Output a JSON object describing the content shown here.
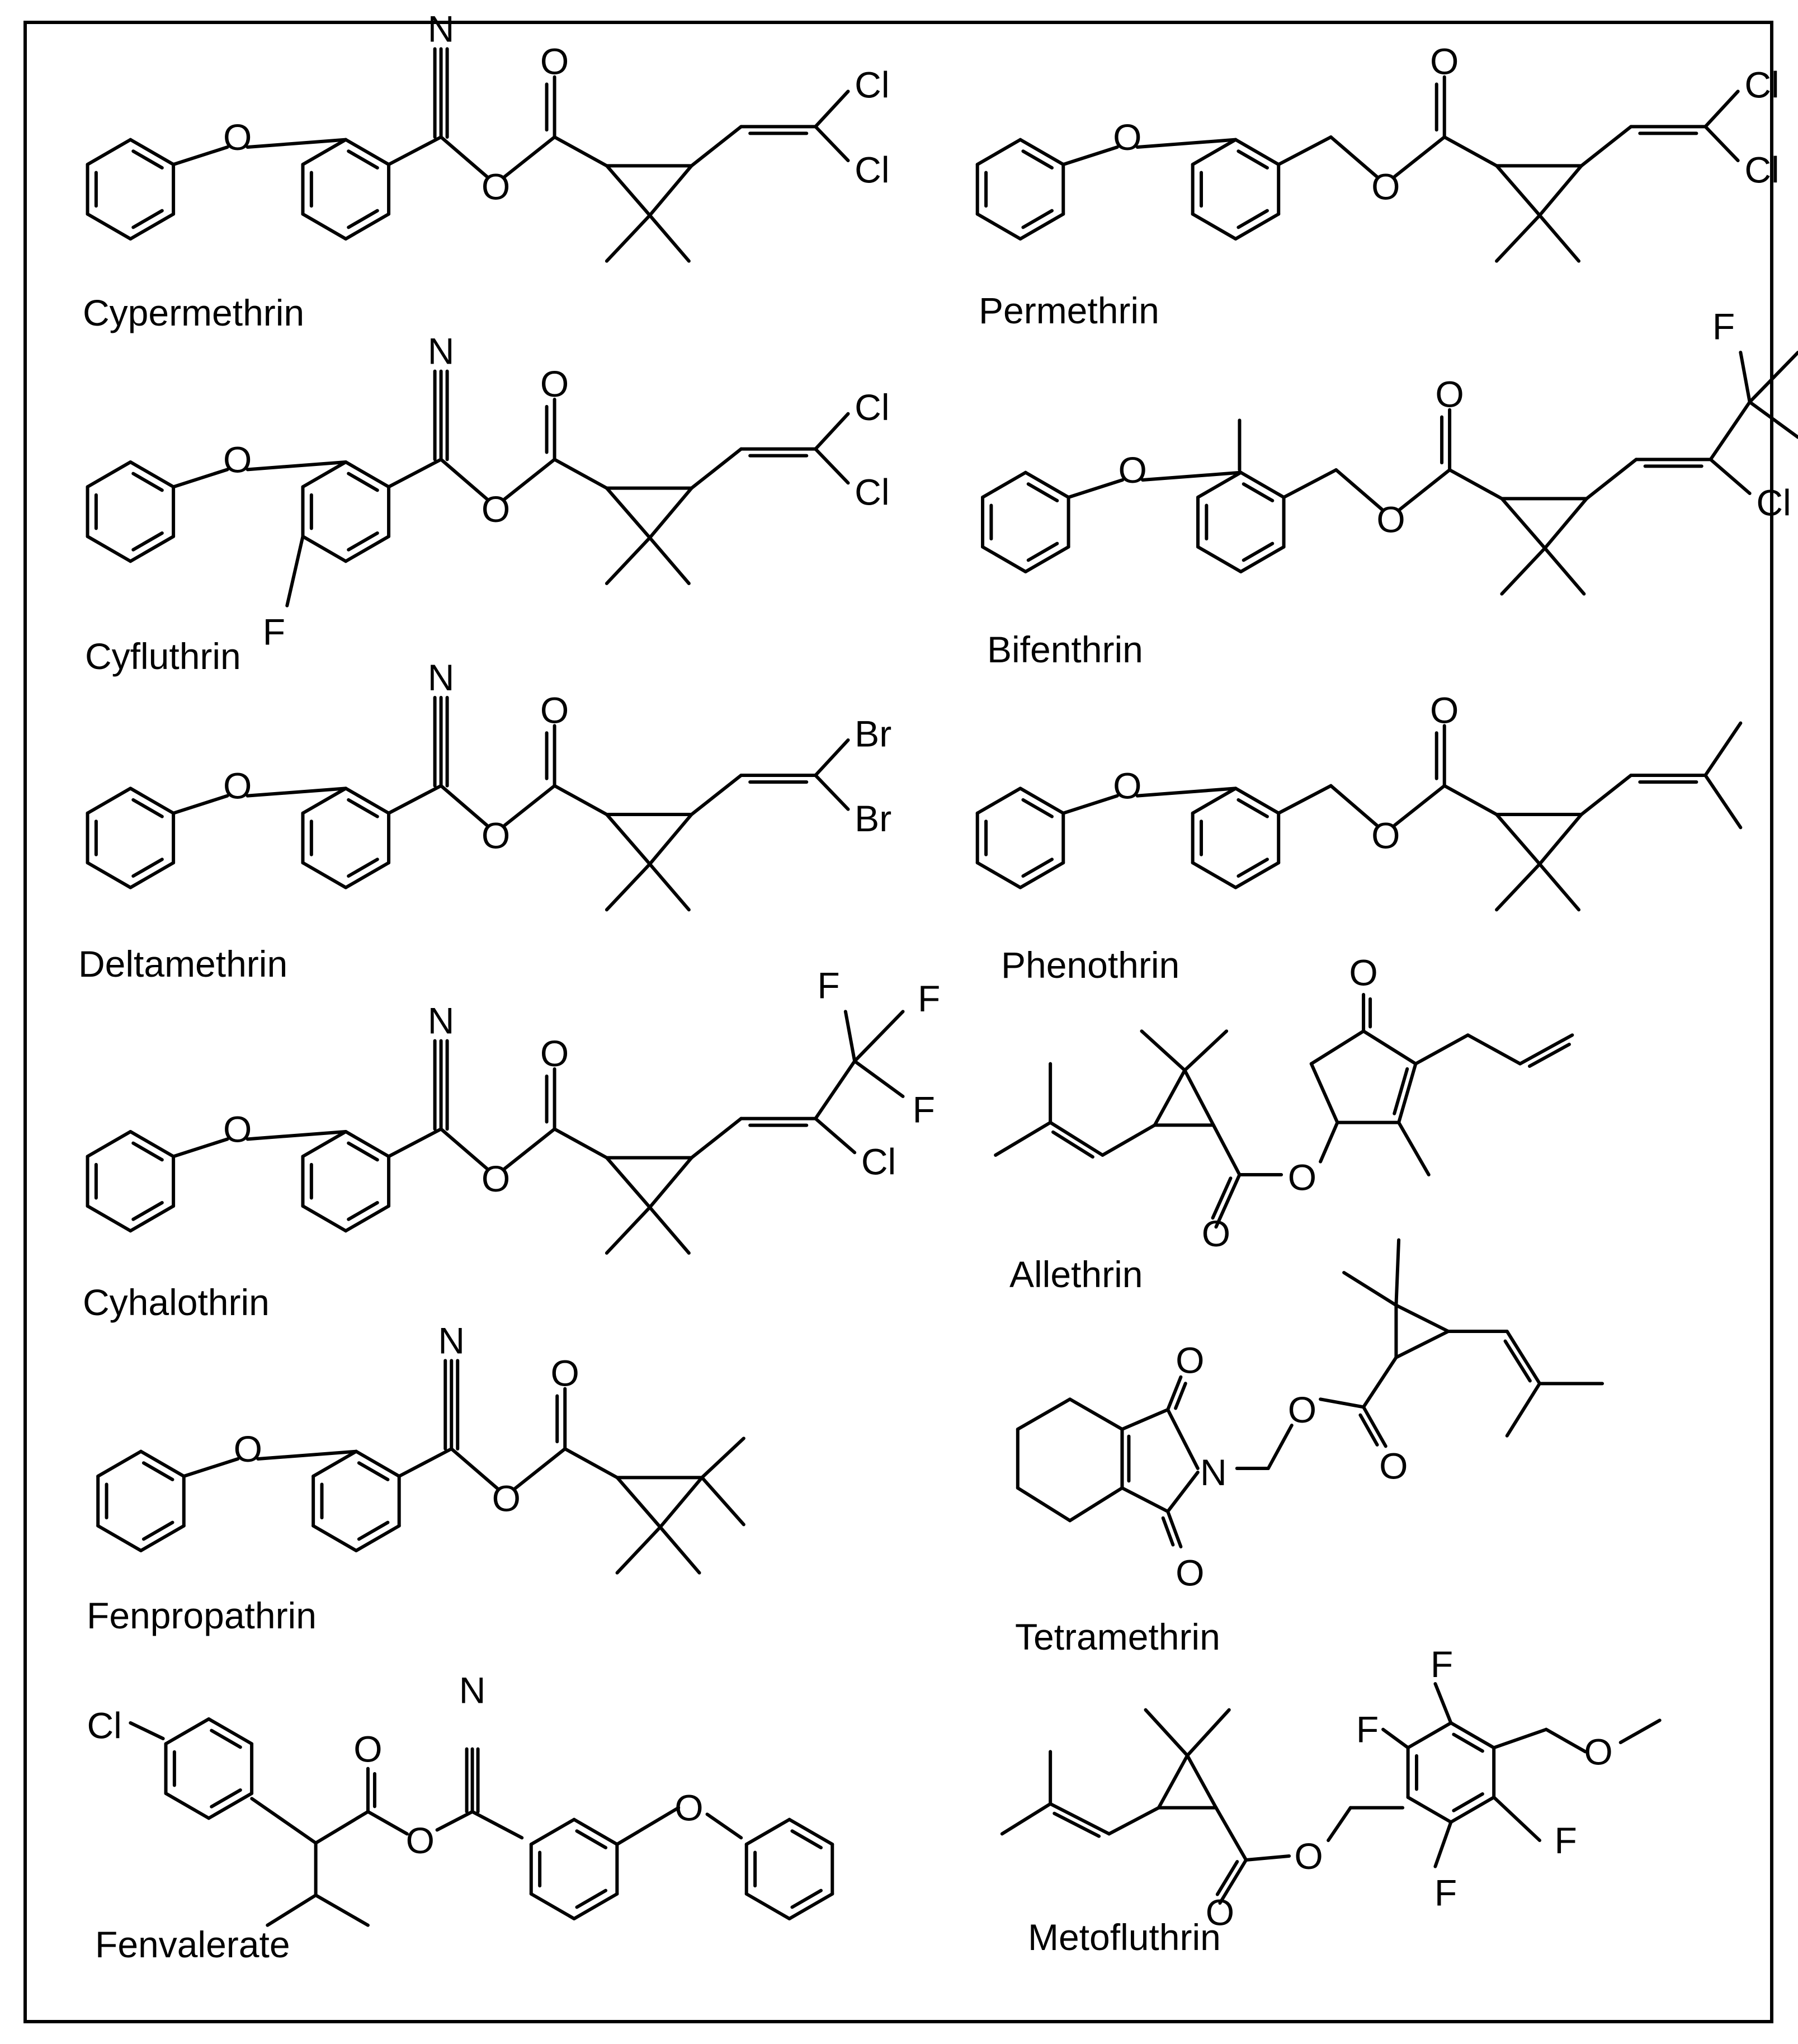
{
  "figure": {
    "compounds": [
      {
        "id": "cypermethrin",
        "name": "Cypermethrin"
      },
      {
        "id": "permethrin",
        "name": "Permethrin"
      },
      {
        "id": "cyfluthrin",
        "name": "Cyfluthrin"
      },
      {
        "id": "bifenthrin",
        "name": "Bifenthrin"
      },
      {
        "id": "deltamethrin",
        "name": "Deltamethrin"
      },
      {
        "id": "phenothrin",
        "name": "Phenothrin"
      },
      {
        "id": "cyhalothrin",
        "name": "Cyhalothrin"
      },
      {
        "id": "allethrin",
        "name": "Allethrin"
      },
      {
        "id": "fenpropathrin",
        "name": "Fenpropathrin"
      },
      {
        "id": "tetramethrin",
        "name": "Tetramethrin"
      },
      {
        "id": "fenvalerate",
        "name": "Fenvalerate"
      },
      {
        "id": "metofluthrin",
        "name": "Metofluthrin"
      }
    ],
    "atom_symbols": {
      "O": "O",
      "N": "N",
      "F": "F",
      "Cl": "Cl",
      "Br": "Br"
    }
  }
}
